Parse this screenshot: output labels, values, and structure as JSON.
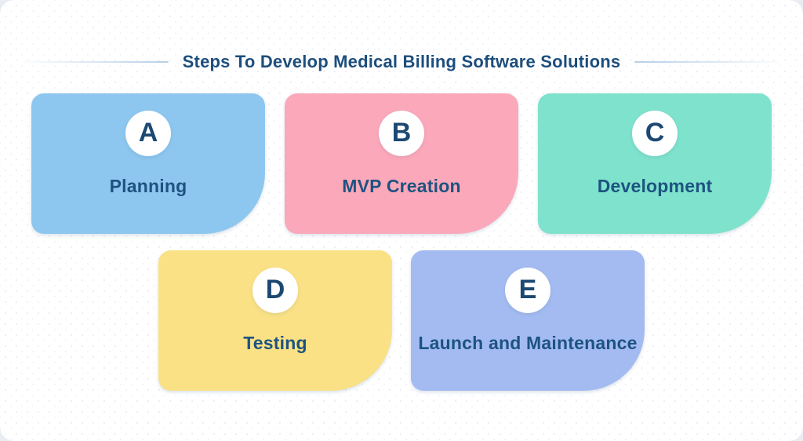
{
  "page": {
    "title": "Steps To Develop Medical Billing Software Solutions",
    "colors": {
      "title_text": "#1D4E7D",
      "divider_line": "#B7CFE7",
      "canvas_background": "#FFFFFF",
      "outer_background": "#E9ECF2",
      "badge_background": "#FFFFFF",
      "letter_text": "#1B4972",
      "label_text": "#1D5380"
    }
  },
  "steps": [
    {
      "letter": "A",
      "label": "Planning",
      "color": "#8DC7EF"
    },
    {
      "letter": "B",
      "label": "MVP Creation",
      "color": "#FBA8BA"
    },
    {
      "letter": "C",
      "label": "Development",
      "color": "#7FE2CC"
    },
    {
      "letter": "D",
      "label": "Testing",
      "color": "#FAE185"
    },
    {
      "letter": "E",
      "label": "Launch and Maintenance",
      "color": "#A3BBF0"
    }
  ]
}
